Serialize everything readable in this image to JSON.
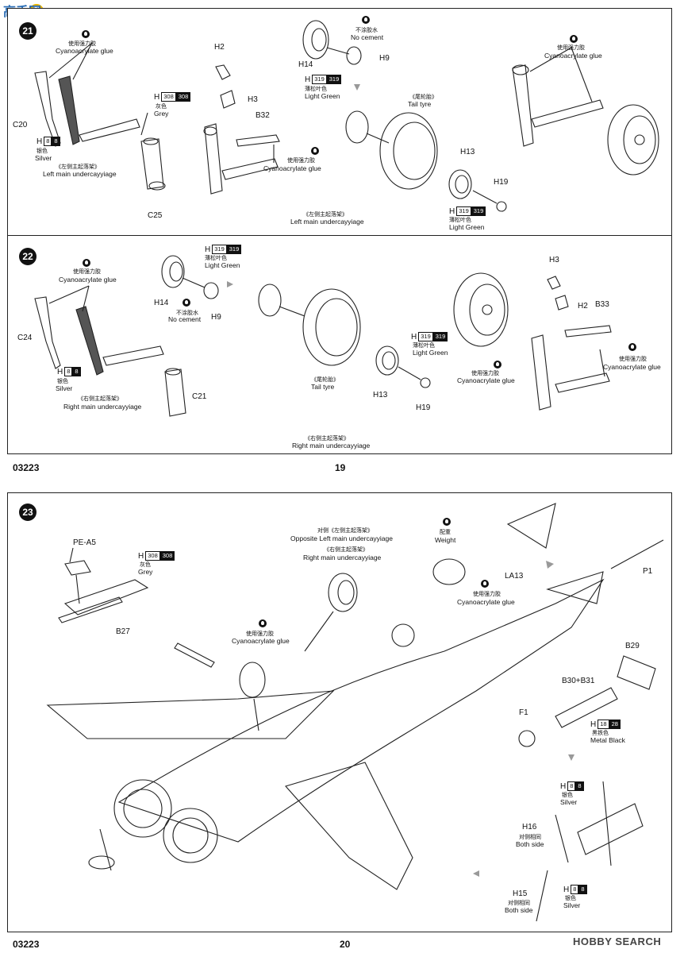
{
  "watermarks": {
    "top_left_logo": "高手网",
    "bottom_right": "HOBBY SEARCH"
  },
  "page19": {
    "page_number": "19",
    "code": "03223",
    "step21": {
      "number": "21",
      "labels": {
        "glue1_cn": "使用强力胶",
        "glue1_en": "Cyanoacrylate glue",
        "grey_code": "H",
        "grey_c1": "308",
        "grey_c2": "308",
        "grey_cn": "灰色",
        "grey_en": "Grey",
        "c20": "C20",
        "silver_code": "H",
        "silver_c1": "8",
        "silver_c2": "8",
        "silver_cn": "银色",
        "silver_en": "Silver",
        "left_main_cn": "《左侧主起落架》",
        "left_main_en": "Left main undercayyiage",
        "c25": "C25",
        "h2": "H2",
        "h3": "H3",
        "b32": "B32",
        "glue2_cn": "使用强力胶",
        "glue2_en": "Cyanoacrylate glue",
        "nocement_cn": "不涂胶水",
        "nocement_en": "No cement",
        "h14": "H14",
        "h9": "H9",
        "lg_code": "H",
        "lg_c1": "319",
        "lg_c2": "319",
        "lg_cn": "薄松叶色",
        "lg_en": "Light Green",
        "tail_cn": "《尾轮胎》",
        "tail_en": "Tail tyre",
        "h13": "H13",
        "h19": "H19",
        "lg2_code": "H",
        "lg2_c1": "319",
        "lg2_c2": "319",
        "lg2_cn": "薄松叶色",
        "lg2_en": "Light Green",
        "left_main2_cn": "《左侧主起落架》",
        "left_main2_en": "Left main undercayyiage",
        "glue3_cn": "使用强力胶",
        "glue3_en": "Cyanoacrylate glue"
      }
    },
    "step22": {
      "number": "22",
      "labels": {
        "glue1_cn": "使用强力胶",
        "glue1_en": "Cyanoacrylate glue",
        "lg_code": "H",
        "lg_c1": "319",
        "lg_c2": "319",
        "lg_cn": "薄松叶色",
        "lg_en": "Light Green",
        "h14": "H14",
        "nocement_cn": "不涂胶水",
        "nocement_en": "No cement",
        "h9": "H9",
        "c24": "C24",
        "silver_code": "H",
        "silver_c1": "8",
        "silver_c2": "8",
        "silver_cn": "银色",
        "silver_en": "Silver",
        "right_main_cn": "《右侧主起落架》",
        "right_main_en": "Right main undercayyiage",
        "c21": "C21",
        "tail_cn": "《尾轮胎》",
        "tail_en": "Tail tyre",
        "lg2_code": "H",
        "lg2_c1": "319",
        "lg2_c2": "319",
        "lg2_cn": "薄松叶色",
        "lg2_en": "Light Green",
        "h13": "H13",
        "h19": "H19",
        "h3": "H3",
        "h2": "H2",
        "b33": "B33",
        "glue2_cn": "使用强力胶",
        "glue2_en": "Cyanoacrylate glue",
        "glue3_cn": "使用强力胶",
        "glue3_en": "Cyanoacrylate glue",
        "right_main2_cn": "《右侧主起落架》",
        "right_main2_en": "Right main undercayyiage"
      }
    }
  },
  "page20": {
    "page_number": "20",
    "code": "03223",
    "step23": {
      "number": "23",
      "labels": {
        "pe_a5": "PE-A5",
        "grey_code": "H",
        "grey_c1": "308",
        "grey_c2": "308",
        "grey_cn": "灰色",
        "grey_en": "Grey",
        "b27": "B27",
        "opp_cn": "对侧《左侧主起落架》",
        "opp_en": "Opposite Left main undercayyiage",
        "right_main_cn": "《右侧主起落架》",
        "right_main_en": "Right main undercayyiage",
        "glue1_cn": "使用强力胶",
        "glue1_en": "Cyanoacrylate glue",
        "weight_cn": "配重",
        "weight_en": "Weight",
        "la13": "LA13",
        "glue2_cn": "使用强力胶",
        "glue2_en": "Cyanoacrylate glue",
        "p1": "P1",
        "b29": "B29",
        "b30b31": "B30+B31",
        "f1": "F1",
        "mb_code": "H",
        "mb_c1": "18",
        "mb_c2": "28",
        "mb_cn": "黑铁色",
        "mb_en": "Metal  Black",
        "silver1_code": "H",
        "silver1_c1": "8",
        "silver1_c2": "8",
        "silver1_cn": "银色",
        "silver1_en": "Silver",
        "h16": "H16",
        "both1_cn": "对侧相同",
        "both1_en": "Both side",
        "h15": "H15",
        "both2_cn": "对侧相同",
        "both2_en": "Both side",
        "silver2_code": "H",
        "silver2_c1": "8",
        "silver2_c2": "8",
        "silver2_cn": "银色",
        "silver2_en": "Silver"
      }
    }
  }
}
